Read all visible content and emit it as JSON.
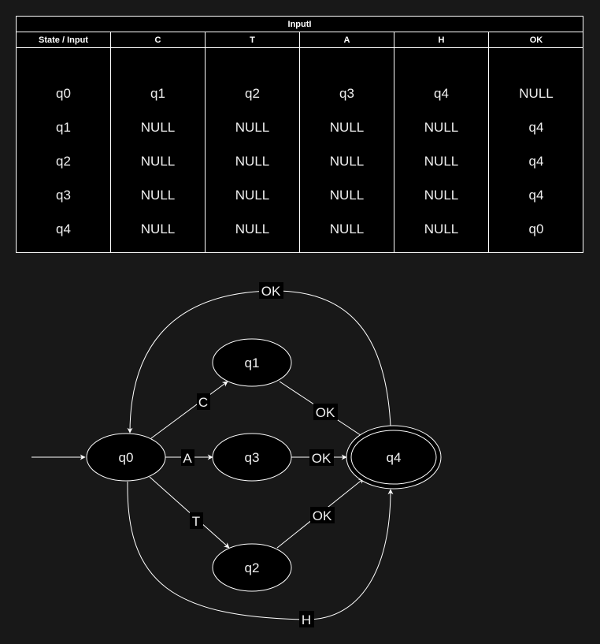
{
  "table": {
    "title": "InputI",
    "columns": [
      "State / Input",
      "C",
      "T",
      "A",
      "H",
      "OK"
    ],
    "rows": [
      [
        "q0",
        "q1",
        "q2",
        "q3",
        "q4",
        "NULL"
      ],
      [
        "q1",
        "NULL",
        "NULL",
        "NULL",
        "NULL",
        "q4"
      ],
      [
        "q2",
        "NULL",
        "NULL",
        "NULL",
        "NULL",
        "q4"
      ],
      [
        "q3",
        "NULL",
        "NULL",
        "NULL",
        "NULL",
        "q4"
      ],
      [
        "q4",
        "NULL",
        "NULL",
        "NULL",
        "NULL",
        "q0"
      ]
    ]
  },
  "diagram": {
    "states": [
      "q0",
      "q1",
      "q2",
      "q3",
      "q4"
    ],
    "start_state": "q0",
    "accept_states": [
      "q4"
    ],
    "transitions": [
      {
        "from": "q0",
        "to": "q1",
        "label": "C"
      },
      {
        "from": "q0",
        "to": "q3",
        "label": "A"
      },
      {
        "from": "q0",
        "to": "q2",
        "label": "T"
      },
      {
        "from": "q0",
        "to": "q4",
        "label": "H"
      },
      {
        "from": "q1",
        "to": "q4",
        "label": "OK"
      },
      {
        "from": "q3",
        "to": "q4",
        "label": "OK"
      },
      {
        "from": "q2",
        "to": "q4",
        "label": "OK"
      },
      {
        "from": "q4",
        "to": "q0",
        "label": "OK"
      }
    ]
  },
  "colors": {
    "background": "#181818",
    "stroke": "#ffffff",
    "node_fill": "#000000",
    "text": "#f0f0f0"
  }
}
